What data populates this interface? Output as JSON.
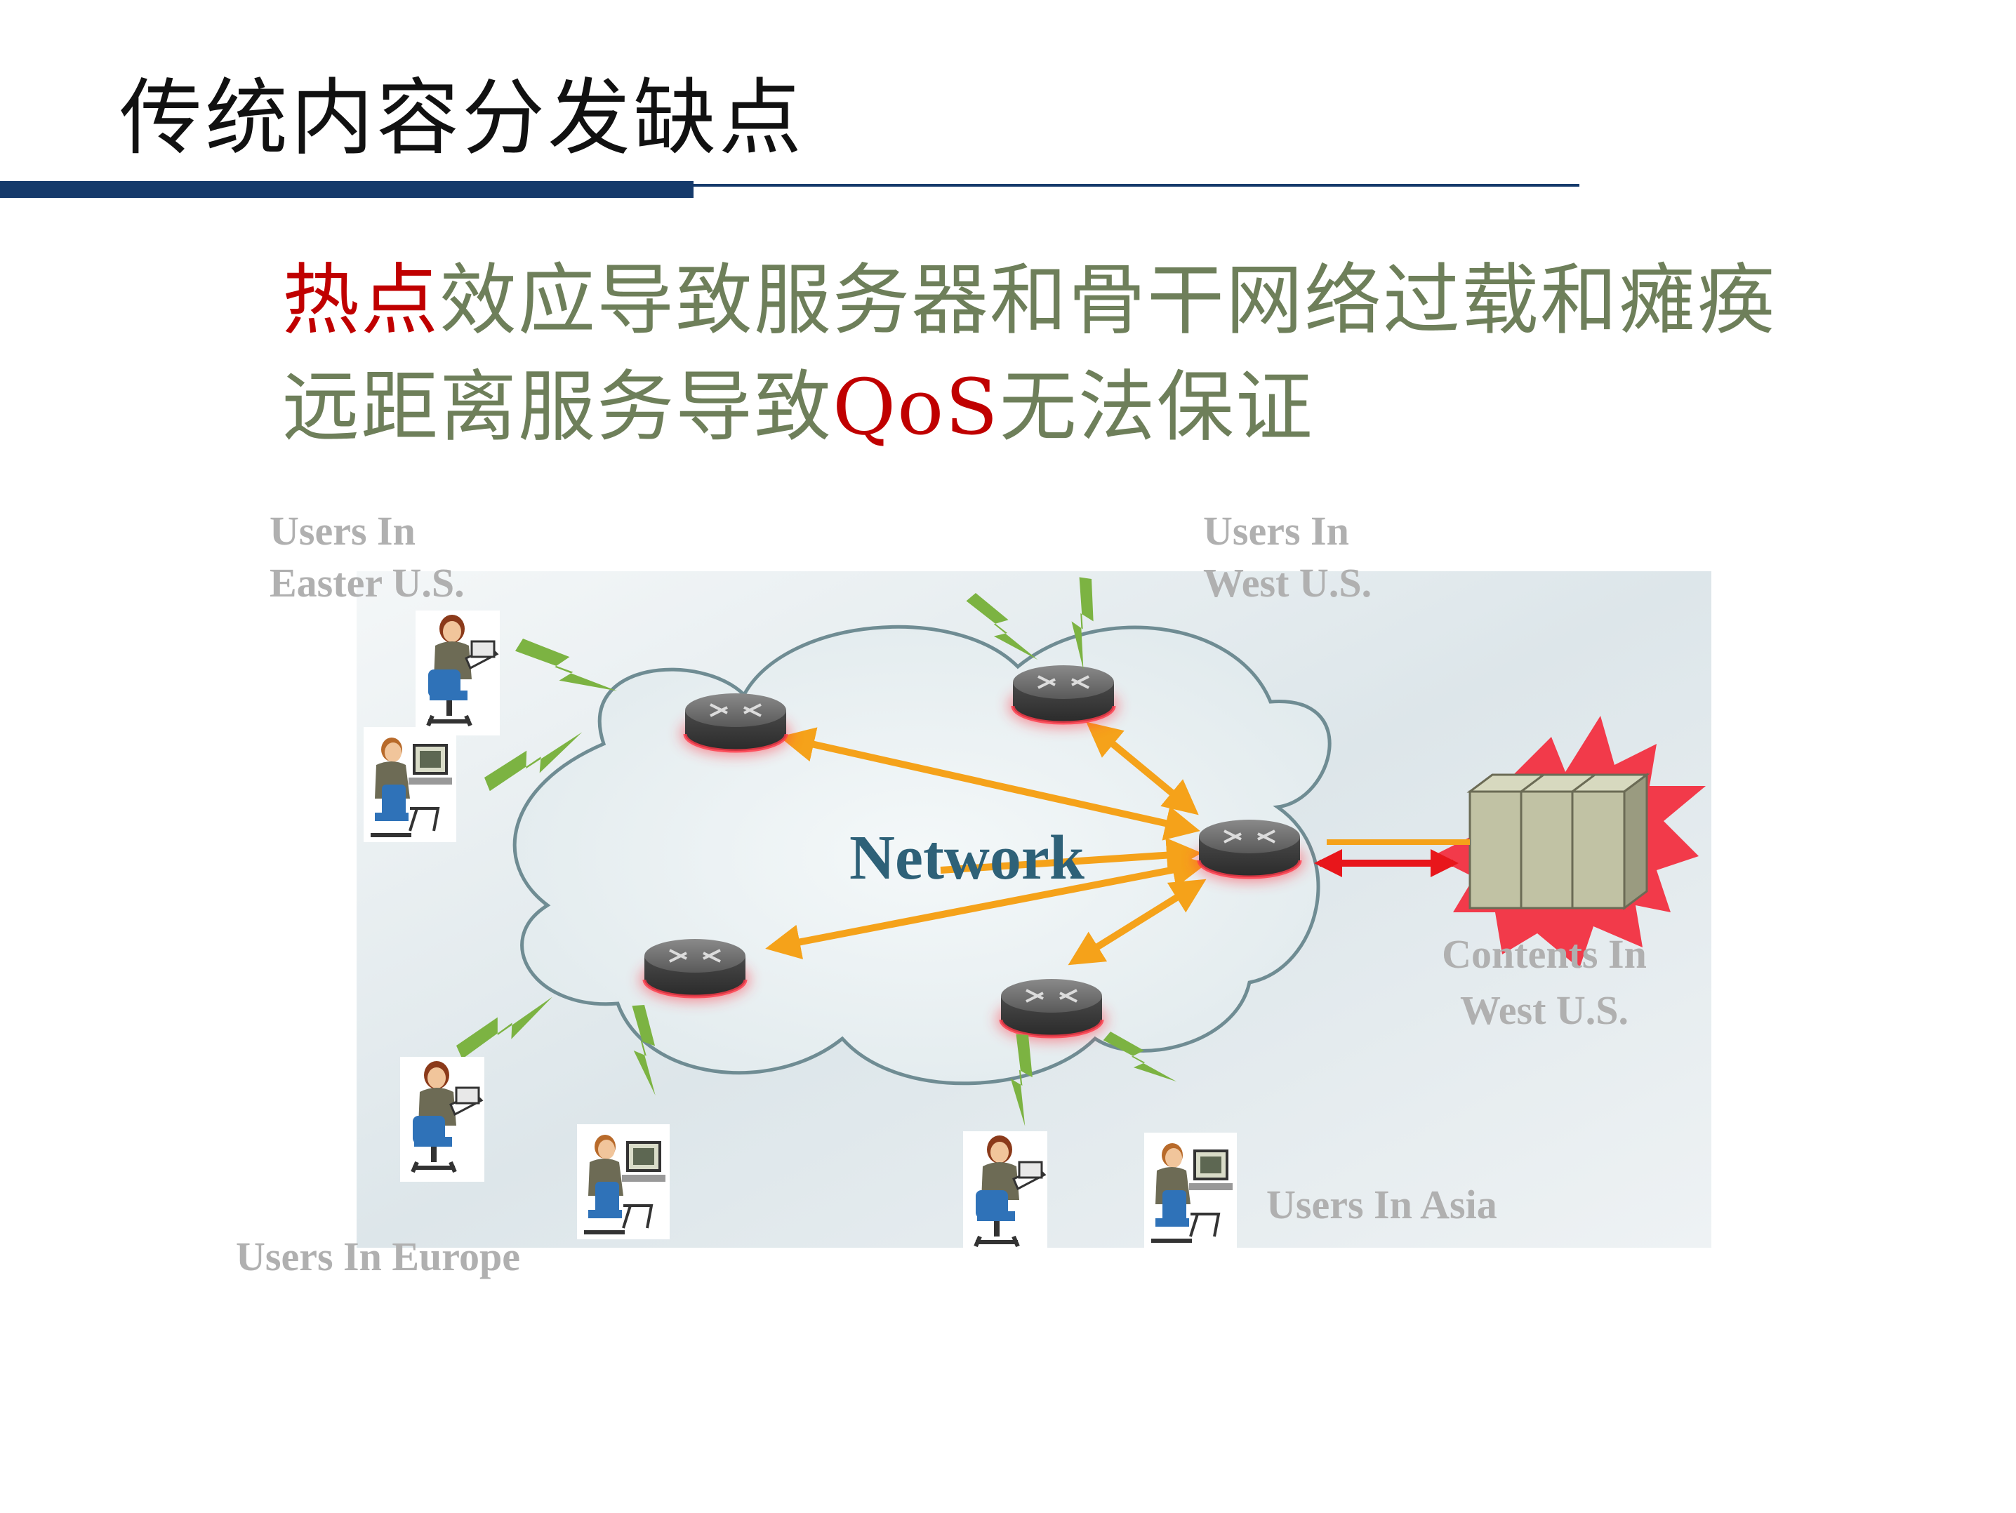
{
  "slide": {
    "title": "传统内容分发缺点",
    "bullets": [
      {
        "highlight": "热点",
        "rest": "效应导致服务器和骨干网络过载和瘫痪"
      },
      {
        "before": "远距离服务导致",
        "highlight": "QoS",
        "after": "无法保证"
      }
    ]
  },
  "diagram": {
    "network_label": "Network",
    "labels": {
      "east_line1": "Users In",
      "east_line2": "Easter U.S.",
      "west_line1": "Users In",
      "west_line2": "West U.S.",
      "content_line1": "Contents In",
      "content_line2": "West U.S.",
      "asia": "Users In Asia",
      "europe": "Users In Europe"
    },
    "icons": [
      "router-icon",
      "server-icon",
      "user-workstation-icon",
      "lightning-link-icon",
      "burst-icon"
    ]
  },
  "colors": {
    "title_rule": "#153a6b",
    "bullet_text": "#6e7f5a",
    "highlight": "#c00000",
    "arrow": "#f5a21a",
    "lightning": "#7cb342",
    "burst": "#f23a4a",
    "network_text": "#2e6178",
    "label_gray": "#b0b0b0"
  }
}
